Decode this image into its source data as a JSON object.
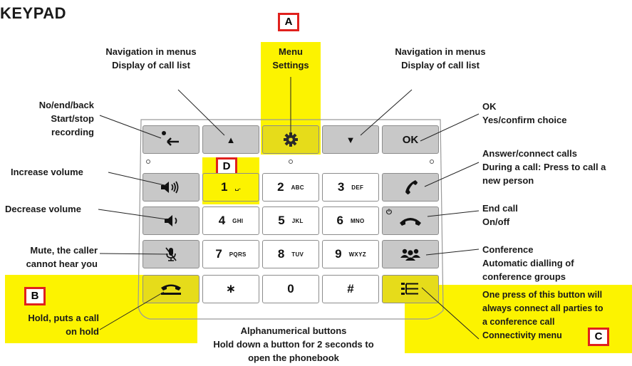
{
  "title": "KEYPAD",
  "callouts": {
    "nav_left": [
      "Navigation in menus",
      "Display of call list"
    ],
    "menu": [
      "Menu",
      "Settings"
    ],
    "nav_right": [
      "Navigation in menus",
      "Display of call list"
    ],
    "no_end_back": [
      "No/end/back",
      "Start/stop",
      "recording"
    ],
    "ok": [
      "OK",
      "Yes/confirm choice"
    ],
    "increase_volume": "Increase volume",
    "answer": [
      "Answer/connect calls",
      "During a call: Press to call a",
      "new person"
    ],
    "decrease_volume": "Decrease volume",
    "end_call": [
      "End call",
      "On/off"
    ],
    "mute": [
      "Mute, the caller",
      "cannot hear you"
    ],
    "conference": [
      "Conference",
      "Automatic dialling of",
      "conference groups"
    ],
    "hold": [
      "Hold, puts a call",
      "on hold"
    ],
    "connectivity": [
      "One press of this button will",
      "always connect all parties to",
      "a conference call",
      "Connectivity menu"
    ],
    "alphanumerical": [
      "Alphanumerical buttons",
      "Hold down a button for 2 seconds to",
      "open the phonebook"
    ]
  },
  "tags": {
    "a": "A",
    "b": "B",
    "c": "C",
    "d": "D"
  },
  "keys": {
    "ok": "OK",
    "row1": [
      {
        "n": "1",
        "s": "␣."
      },
      {
        "n": "2",
        "s": "ABC"
      },
      {
        "n": "3",
        "s": "DEF"
      }
    ],
    "row2": [
      {
        "n": "4",
        "s": "GHI"
      },
      {
        "n": "5",
        "s": "JKL"
      },
      {
        "n": "6",
        "s": "MNO"
      }
    ],
    "row3": [
      {
        "n": "7",
        "s": "PQRS"
      },
      {
        "n": "8",
        "s": "TUV"
      },
      {
        "n": "9",
        "s": "WXYZ"
      }
    ],
    "row4": [
      {
        "n": "∗",
        "s": ""
      },
      {
        "n": "0",
        "s": ""
      },
      {
        "n": "#",
        "s": ""
      }
    ]
  },
  "icons": {
    "back": "back-arrow-icon",
    "up": "up-arrow-icon",
    "menu": "gear-icon",
    "down": "down-arrow-icon",
    "vol_up": "volume-up-icon",
    "vol_down": "volume-down-icon",
    "mute": "mute-mic-icon",
    "hold": "hold-icon",
    "answer": "phone-answer-icon",
    "end": "phone-end-icon",
    "conference": "conference-icon",
    "connectivity": "connectivity-icon"
  },
  "colors": {
    "highlight": "#fcf300",
    "tag_border": "#e0211d",
    "key_grey": "#c8c8c8"
  }
}
